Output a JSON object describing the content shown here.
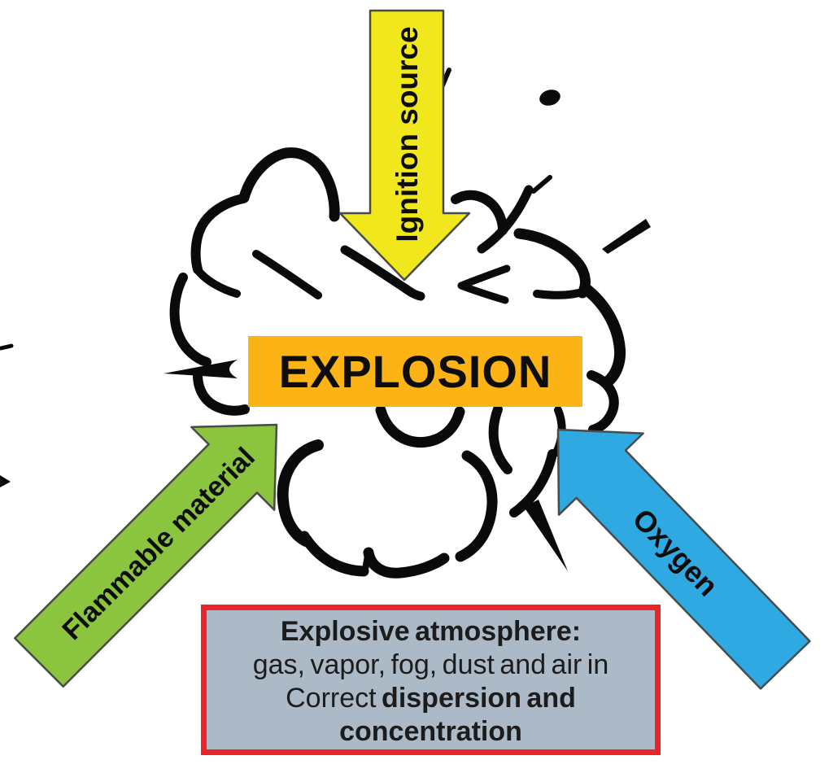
{
  "diagram": {
    "name": "explosion-triangle-diagram"
  },
  "colors": {
    "ink": "#0a0a0a",
    "arrow_outline": "#4a4a4a",
    "background": "#ffffff"
  },
  "arrows": {
    "ignition": {
      "label": "Ignition source",
      "color": "#F0E71C",
      "direction": "down"
    },
    "flammable": {
      "label": "Flammable material",
      "color": "#8BC43F",
      "direction": "up-right"
    },
    "oxygen": {
      "label": "Oxygen",
      "color": "#2FA9E1",
      "direction": "up-left"
    }
  },
  "explosion": {
    "label": "EXPLOSION",
    "color": "#FBB316"
  },
  "atmosphere_box": {
    "background": "#ACBAC7",
    "border_color": "#EB2428",
    "line1_bold": "Explosive atmosphere:",
    "line2": "gas, vapor, fog, dust and air in",
    "line3_regular": "Correct ",
    "line3_bold": "dispersion and",
    "line4_bold": "concentration"
  }
}
